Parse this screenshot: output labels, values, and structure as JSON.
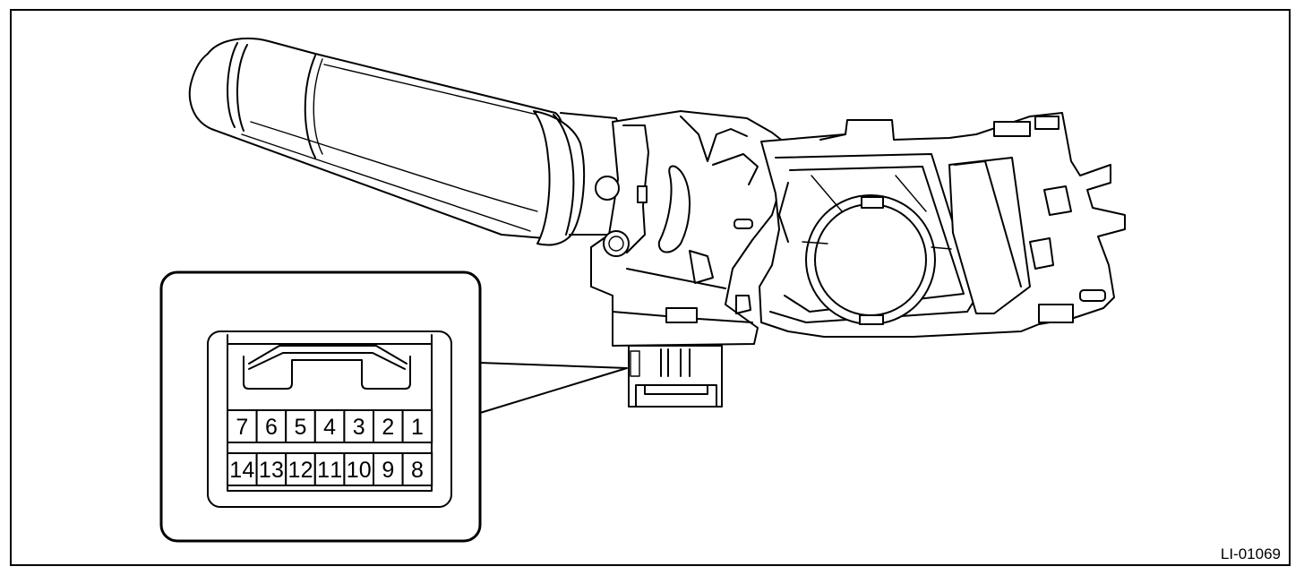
{
  "figure": {
    "code": "LI-01069"
  },
  "connector": {
    "top_row": [
      "7",
      "6",
      "5",
      "4",
      "3",
      "2",
      "1"
    ],
    "bottom_row": [
      "14",
      "13",
      "12",
      "11",
      "10",
      "9",
      "8"
    ]
  },
  "colors": {
    "line": "#000000",
    "background": "#ffffff"
  }
}
